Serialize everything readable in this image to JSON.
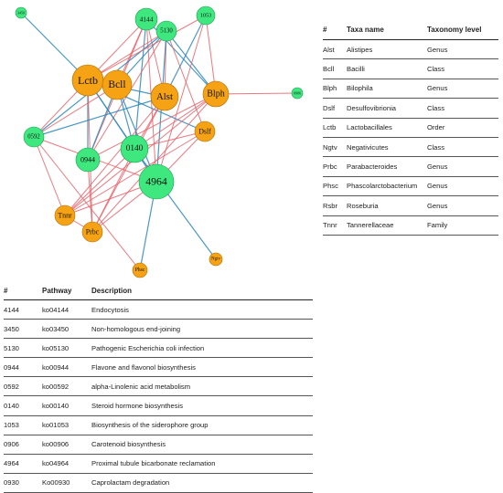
{
  "colors": {
    "pathway_node": "#3ee87e",
    "pathway_stroke": "#1f9e52",
    "taxa_node": "#f5a214",
    "taxa_stroke": "#b06b00",
    "positive_edge": "#e8626a",
    "negative_edge": "#2c86bb"
  },
  "nodes": [
    {
      "label": "3450",
      "kind": "pathway"
    },
    {
      "label": "4144",
      "kind": "pathway"
    },
    {
      "label": "1053",
      "kind": "pathway"
    },
    {
      "label": "5130",
      "kind": "pathway"
    },
    {
      "label": "Lctb",
      "kind": "taxa"
    },
    {
      "label": "Bcll",
      "kind": "taxa"
    },
    {
      "label": "Alst",
      "kind": "taxa"
    },
    {
      "label": "Blph",
      "kind": "taxa"
    },
    {
      "label": "0906",
      "kind": "pathway"
    },
    {
      "label": "0592",
      "kind": "pathway"
    },
    {
      "label": "Dslf",
      "kind": "taxa"
    },
    {
      "label": "0140",
      "kind": "pathway"
    },
    {
      "label": "0944",
      "kind": "pathway"
    },
    {
      "label": "4964",
      "kind": "pathway"
    },
    {
      "label": "Tnnr",
      "kind": "taxa"
    },
    {
      "label": "Prbc",
      "kind": "taxa"
    },
    {
      "label": "Ngtv",
      "kind": "taxa"
    },
    {
      "label": "Phsc",
      "kind": "taxa"
    }
  ],
  "taxa_table": {
    "headers": [
      "#",
      "Taxa name",
      "Taxonomy level"
    ],
    "rows": [
      [
        "Alst",
        "Alistipes",
        "Genus"
      ],
      [
        "Bcll",
        "Bacilli",
        "Class"
      ],
      [
        "Blph",
        "Bilophila",
        "Genus"
      ],
      [
        "Dslf",
        "Desulfovibrionia",
        "Class"
      ],
      [
        "Lctb",
        "Lactobacillales",
        "Order"
      ],
      [
        "Ngtv",
        "Negativicutes",
        "Class"
      ],
      [
        "Prbc",
        "Parabacteroides",
        "Genus"
      ],
      [
        "Phsc",
        "Phascolarctobacterium",
        "Genus"
      ],
      [
        "Rsbr",
        "Roseburia",
        "Genus"
      ],
      [
        "Tnnr",
        "Tannerellaceae",
        "Family"
      ]
    ]
  },
  "pathway_table": {
    "headers": [
      "#",
      "Pathway",
      "Description"
    ],
    "rows": [
      [
        "4144",
        "ko04144",
        "Endocytosis"
      ],
      [
        "3450",
        "ko03450",
        "Non-homologous end-joining"
      ],
      [
        "5130",
        "ko05130",
        "Pathogenic Escherichia coli infection"
      ],
      [
        "0944",
        "ko00944",
        "Flavone and flavonol biosynthesis"
      ],
      [
        "0592",
        "ko00592",
        "alpha-Linolenic acid metabolism"
      ],
      [
        "0140",
        "ko00140",
        "Steroid hormone biosynthesis"
      ],
      [
        "1053",
        "ko01053",
        "Biosynthesis of the siderophore group"
      ],
      [
        "0906",
        "ko00906",
        "Carotenoid biosynthesis"
      ],
      [
        "4964",
        "ko04964",
        "Proximal tubule bicarbonate reclamation"
      ],
      [
        "0930",
        "Ko00930",
        "Caprolactam degradation"
      ]
    ]
  }
}
